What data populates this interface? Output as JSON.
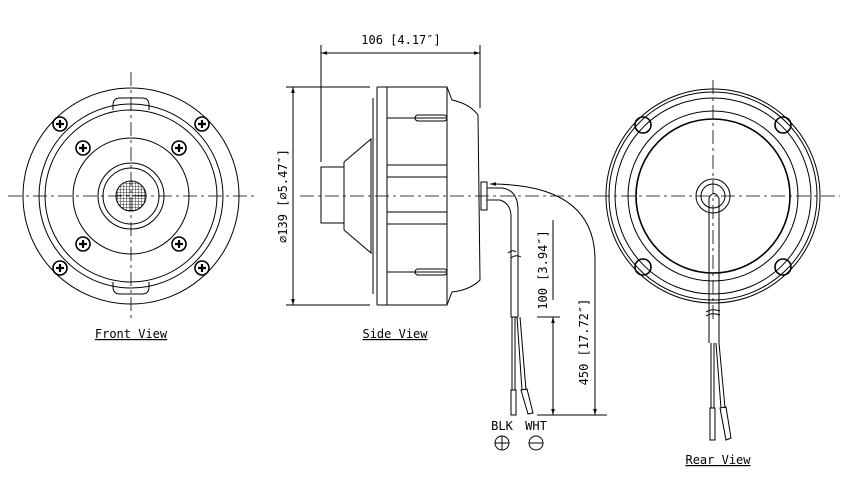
{
  "views": {
    "front_label": "Front View",
    "side_label": "Side View",
    "rear_label": "Rear View"
  },
  "dimensions": {
    "depth": "106 [4.17″]",
    "diameter": "⌀139 [⌀5.47″]",
    "lead_short": "100 [3.94″]",
    "lead_long": "450 [17.72″]"
  },
  "wires": {
    "black_label": "BLK",
    "white_label": "WHT",
    "black_polarity": "positive",
    "white_polarity": "negative"
  }
}
